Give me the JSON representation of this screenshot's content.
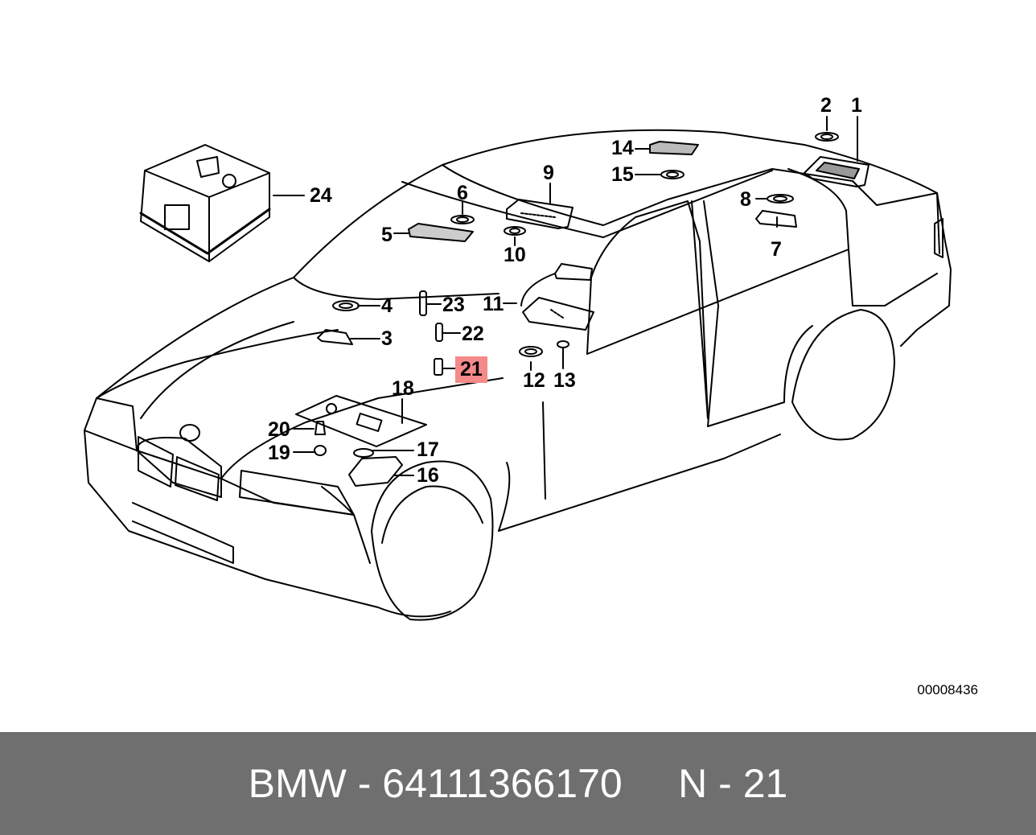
{
  "diagram": {
    "callouts": [
      {
        "n": "1"
      },
      {
        "n": "2"
      },
      {
        "n": "3"
      },
      {
        "n": "4"
      },
      {
        "n": "5"
      },
      {
        "n": "6"
      },
      {
        "n": "7"
      },
      {
        "n": "8"
      },
      {
        "n": "9"
      },
      {
        "n": "10"
      },
      {
        "n": "11"
      },
      {
        "n": "12"
      },
      {
        "n": "13"
      },
      {
        "n": "14"
      },
      {
        "n": "15"
      },
      {
        "n": "16"
      },
      {
        "n": "17"
      },
      {
        "n": "18"
      },
      {
        "n": "19"
      },
      {
        "n": "20"
      },
      {
        "n": "21"
      },
      {
        "n": "22"
      },
      {
        "n": "23"
      },
      {
        "n": "24"
      }
    ],
    "highlighted": "21",
    "highlight_color": "#f48a8a",
    "reference_code": "00008436"
  },
  "footer": {
    "text": "BMW - 64111366170     N - 21",
    "background": "#6f6f6f",
    "text_color": "#ffffff"
  }
}
